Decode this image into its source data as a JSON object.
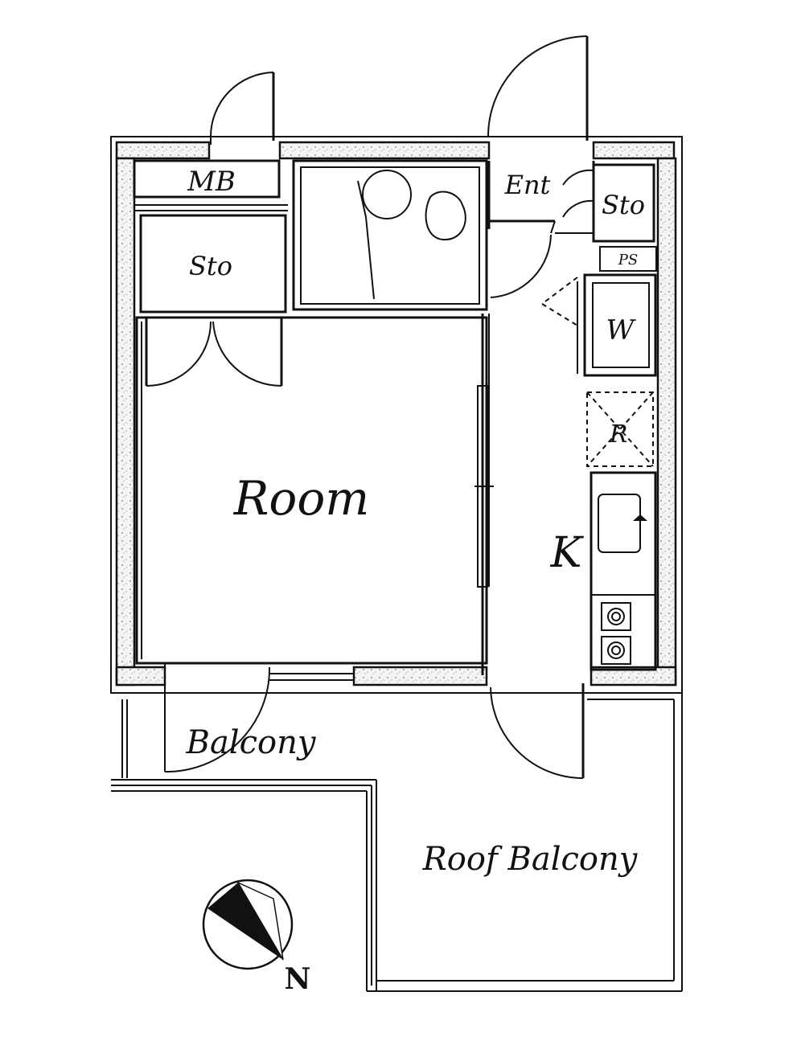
{
  "floorplan": {
    "rooms": {
      "mb": "MB",
      "sto_left": "Sto",
      "ent": "Ent",
      "sto_right": "Sto",
      "ps": "PS",
      "w": "W",
      "r": "R",
      "room": "Room",
      "k": "K",
      "balcony": "Balcony",
      "roof_balcony": "Roof Balcony"
    },
    "compass": {
      "north_label": "N"
    }
  }
}
